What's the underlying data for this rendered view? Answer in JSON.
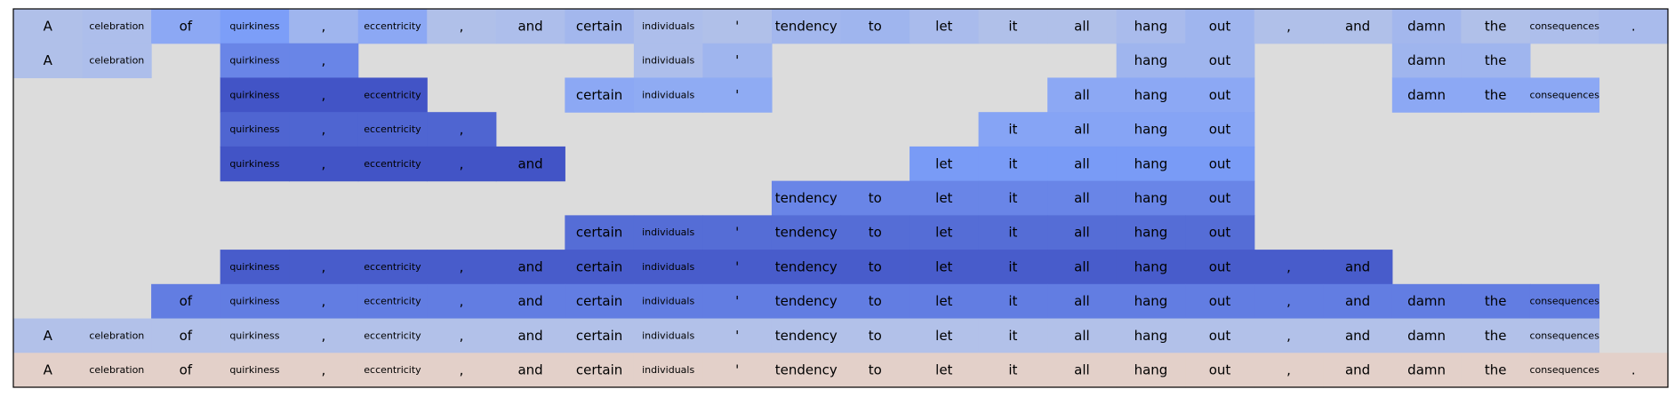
{
  "chart_data": {
    "type": "heatmap",
    "title": "",
    "xlabel": "",
    "ylabel": "",
    "tokens": [
      "A",
      "celebration",
      "of",
      "quirkiness",
      ",",
      "eccentricity",
      ",",
      "and",
      "certain",
      "individuals",
      "'",
      "tendency",
      "to",
      "let",
      "it",
      "all",
      "hang",
      "out",
      ",",
      "and",
      "damn",
      "the",
      "consequences",
      "."
    ],
    "rows": [
      [
        0.23,
        0.25,
        0.42,
        0.5,
        0.32,
        0.42,
        0.23,
        0.25,
        0.3,
        0.25,
        0.23,
        0.3,
        0.32,
        0.27,
        0.23,
        0.23,
        0.27,
        0.32,
        0.23,
        0.23,
        0.3,
        0.23,
        0.25,
        0.27
      ],
      [
        0.23,
        0.25,
        null,
        0.65,
        0.65,
        null,
        null,
        null,
        null,
        0.25,
        0.32,
        null,
        null,
        null,
        null,
        null,
        0.32,
        0.32,
        null,
        null,
        0.32,
        0.32,
        null,
        null
      ],
      [
        null,
        null,
        null,
        0.95,
        0.95,
        0.95,
        null,
        null,
        0.42,
        0.4,
        0.4,
        null,
        null,
        null,
        null,
        0.42,
        0.42,
        0.42,
        null,
        null,
        0.42,
        0.42,
        0.42,
        null
      ],
      [
        null,
        null,
        null,
        0.85,
        0.85,
        0.85,
        0.85,
        null,
        null,
        null,
        null,
        null,
        null,
        null,
        0.45,
        0.45,
        0.45,
        0.45,
        null,
        null,
        null,
        null,
        null,
        null
      ],
      [
        null,
        null,
        null,
        0.95,
        0.95,
        0.95,
        0.95,
        0.95,
        null,
        null,
        null,
        null,
        null,
        0.52,
        0.52,
        0.52,
        0.52,
        0.52,
        null,
        null,
        null,
        null,
        null,
        null
      ],
      [
        null,
        null,
        null,
        null,
        null,
        null,
        null,
        null,
        null,
        null,
        null,
        0.65,
        0.65,
        0.65,
        0.65,
        0.65,
        0.65,
        0.65,
        null,
        null,
        null,
        null,
        null,
        null
      ],
      [
        null,
        null,
        null,
        null,
        null,
        null,
        null,
        null,
        0.8,
        0.8,
        0.8,
        0.8,
        0.8,
        0.8,
        0.8,
        0.8,
        0.8,
        0.8,
        null,
        null,
        null,
        null,
        null,
        null
      ],
      [
        null,
        null,
        null,
        0.9,
        0.9,
        0.9,
        0.9,
        0.9,
        0.9,
        0.9,
        0.9,
        0.9,
        0.9,
        0.9,
        0.9,
        0.9,
        0.9,
        0.9,
        0.9,
        0.9,
        null,
        null,
        null,
        null
      ],
      [
        null,
        null,
        0.7,
        0.7,
        0.7,
        0.7,
        0.7,
        0.7,
        0.7,
        0.7,
        0.7,
        0.7,
        0.7,
        0.7,
        0.7,
        0.7,
        0.7,
        0.7,
        0.7,
        0.7,
        0.7,
        0.7,
        0.7,
        null
      ],
      [
        0.22,
        0.22,
        0.22,
        0.22,
        0.22,
        0.22,
        0.22,
        0.22,
        0.22,
        0.22,
        0.22,
        0.22,
        0.22,
        0.22,
        0.22,
        0.22,
        0.22,
        0.22,
        0.22,
        0.22,
        0.22,
        0.22,
        0.22,
        null
      ],
      [
        -0.12,
        -0.12,
        -0.12,
        -0.12,
        -0.12,
        -0.12,
        -0.12,
        -0.12,
        -0.12,
        -0.12,
        -0.12,
        -0.12,
        -0.12,
        -0.12,
        -0.12,
        -0.12,
        -0.12,
        -0.12,
        -0.12,
        -0.12,
        -0.12,
        -0.12,
        -0.12,
        -0.12
      ]
    ],
    "colormap": "coolwarm",
    "value_range": [
      -1,
      1
    ],
    "background_color": "#dcdcdc",
    "grid": false,
    "legend": "none"
  }
}
